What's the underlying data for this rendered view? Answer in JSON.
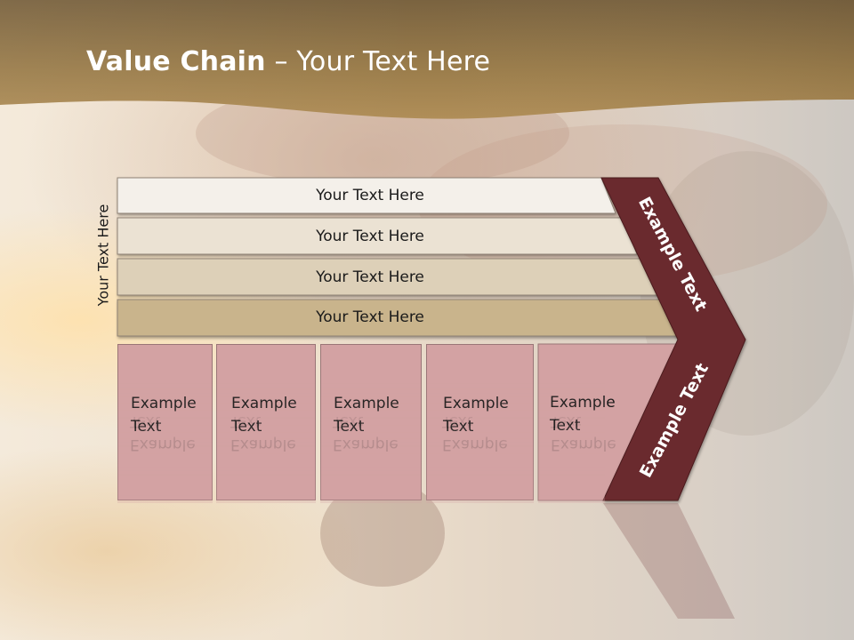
{
  "slide": {
    "title_bold": "Value Chain",
    "title_rest": " – Your Text Here",
    "side_label": "Your Text Here"
  },
  "rows": [
    {
      "label": "Your Text Here",
      "color": "#f4f0ea"
    },
    {
      "label": "Your Text Here",
      "color": "#ebe2d3"
    },
    {
      "label": "Your Text Here",
      "color": "#ddd0b8"
    },
    {
      "label": "Your Text Here",
      "color": "#c9b48c"
    }
  ],
  "boxes": [
    {
      "line1": "Example",
      "line2": "Text"
    },
    {
      "line1": "Example",
      "line2": "Text"
    },
    {
      "line1": "Example",
      "line2": "Text"
    },
    {
      "line1": "Example",
      "line2": "Text"
    },
    {
      "line1": "Example",
      "line2": "Text"
    }
  ],
  "chevron": {
    "upper_text": "Example Text",
    "lower_text": "Example Text",
    "color": "#6b2b2f"
  },
  "colors": {
    "header_band": "#9c7e4c",
    "box_fill": "#d3a2a3"
  }
}
